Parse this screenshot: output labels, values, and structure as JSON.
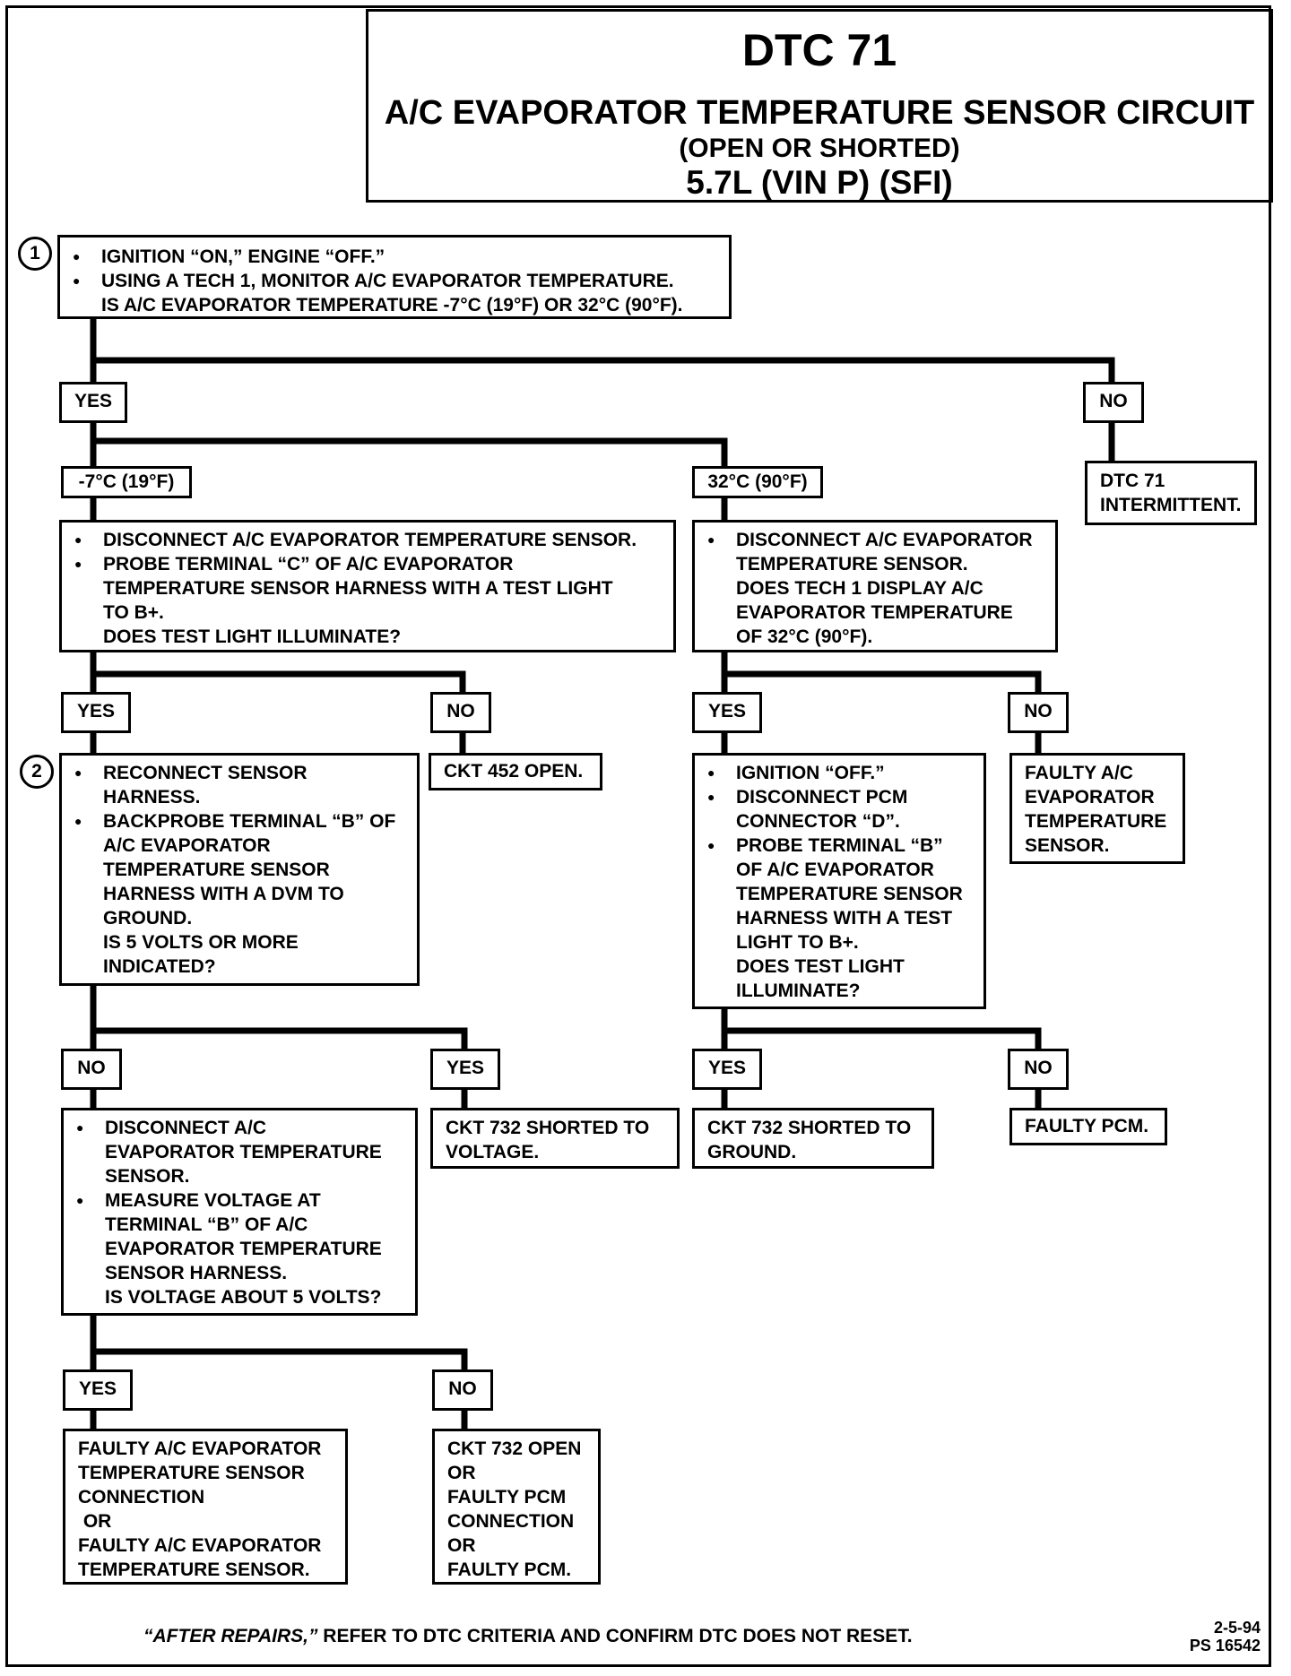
{
  "header": {
    "code": "DTC 71",
    "title": "A/C EVAPORATOR TEMPERATURE SENSOR CIRCUIT",
    "subtitle": "(OPEN OR SHORTED)",
    "engine": "5.7L  (VIN P) (SFI)"
  },
  "steps": {
    "one": "1",
    "two": "2"
  },
  "box1": {
    "b1": "IGNITION “ON,” ENGINE “OFF.”",
    "b2": "USING A TECH 1, MONITOR A/C EVAPORATOR TEMPERATURE.",
    "q": "IS A/C EVAPORATOR TEMPERATURE -7°C (19°F) OR 32°C (90°F)."
  },
  "labels": {
    "yes": "YES",
    "no": "NO",
    "cold": "-7°C (19°F)",
    "hot": "32°C (90°F)"
  },
  "dtc_intermittent": [
    "DTC 71",
    "INTERMITTENT."
  ],
  "cold_box": {
    "b1": "DISCONNECT A/C EVAPORATOR TEMPERATURE SENSOR.",
    "b2": [
      "PROBE TERMINAL “C” OF A/C EVAPORATOR",
      "TEMPERATURE SENSOR HARNESS WITH A TEST LIGHT",
      "TO B+."
    ],
    "q": "DOES TEST LIGHT ILLUMINATE?"
  },
  "hot_box": {
    "b1": [
      "DISCONNECT A/C EVAPORATOR",
      "TEMPERATURE SENSOR."
    ],
    "q": [
      "DOES TECH 1 DISPLAY A/C",
      "EVAPORATOR TEMPERATURE",
      "OF 32°C (90°F)."
    ]
  },
  "ckt452": "CKT 452 OPEN.",
  "step2_box": {
    "b1": [
      "RECONNECT SENSOR",
      "HARNESS."
    ],
    "b2": [
      "BACKPROBE TERMINAL “B” OF",
      "A/C EVAPORATOR",
      "TEMPERATURE SENSOR",
      "HARNESS WITH A DVM TO",
      "GROUND."
    ],
    "q": [
      "IS 5 VOLTS OR MORE",
      "INDICATED?"
    ]
  },
  "pcm_box": {
    "b1": "IGNITION “OFF.”",
    "b2": [
      "DISCONNECT PCM",
      "CONNECTOR “D”."
    ],
    "b3": [
      "PROBE TERMINAL “B”",
      "OF A/C EVAPORATOR",
      "TEMPERATURE SENSOR",
      "HARNESS WITH A TEST",
      "LIGHT TO B+."
    ],
    "q": [
      "DOES TEST LIGHT",
      "ILLUMINATE?"
    ]
  },
  "faulty_sensor": [
    "FAULTY A/C",
    "EVAPORATOR",
    "TEMPERATURE",
    "SENSOR."
  ],
  "measure_box": {
    "b1": [
      "DISCONNECT A/C",
      "EVAPORATOR TEMPERATURE",
      "SENSOR."
    ],
    "b2": [
      "MEASURE VOLTAGE AT",
      "TERMINAL “B” OF A/C",
      "EVAPORATOR TEMPERATURE",
      "SENSOR HARNESS."
    ],
    "q": "IS VOLTAGE ABOUT 5 VOLTS?"
  },
  "ckt732_voltage": [
    "CKT 732 SHORTED TO",
    "VOLTAGE."
  ],
  "ckt732_ground": [
    "CKT 732 SHORTED TO",
    "GROUND."
  ],
  "faulty_pcm": "FAULTY PCM.",
  "faulty_conn": [
    "FAULTY A/C EVAPORATOR",
    "TEMPERATURE SENSOR",
    "CONNECTION",
    " OR",
    "FAULTY A/C EVAPORATOR",
    "TEMPERATURE SENSOR."
  ],
  "ckt732_open": [
    "CKT 732 OPEN",
    "OR",
    "FAULTY PCM",
    "CONNECTION",
    "OR",
    "FAULTY PCM."
  ],
  "footer": {
    "em": "“AFTER REPAIRS,”",
    "text": " REFER TO DTC CRITERIA AND CONFIRM DTC DOES NOT RESET.",
    "date": "2-5-94",
    "ps": "PS 16542"
  }
}
